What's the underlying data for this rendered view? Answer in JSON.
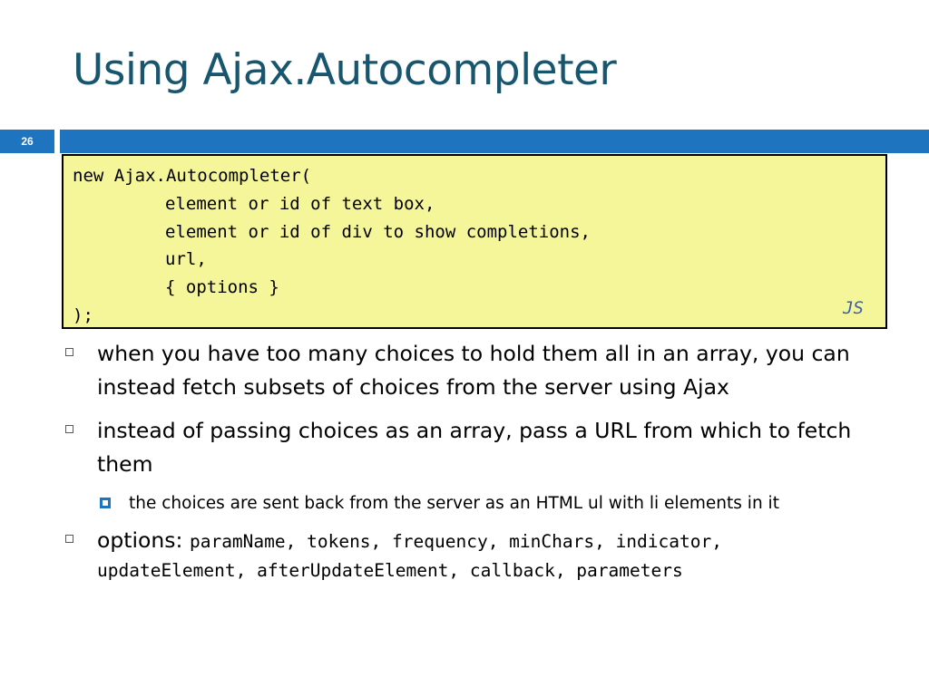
{
  "slide": {
    "title": "Using Ajax.Autocompleter",
    "number": "26"
  },
  "code": {
    "lines": [
      "new Ajax.Autocompleter(",
      "element or id of text box,",
      "element or id of div to show completions,",
      "url,",
      "{ options }",
      ");"
    ],
    "language": "JS"
  },
  "bullets": {
    "b1": "when you have too many choices to hold them all in an array, you can instead fetch subsets of choices from the server using Ajax",
    "b2": "instead of passing choices as an array, pass a URL from which to fetch them",
    "b2_sub1": "the choices are sent back from the server as an HTML ul with li elements in it",
    "b3_label": "options:",
    "b3_code": "paramName, tokens, frequency, minChars, indicator, updateElement, afterUpdateElement, callback, parameters"
  },
  "colors": {
    "title": "#17566e",
    "band": "#1f74c0",
    "code_background": "#f5f59a",
    "code_language": "#3a5fb5"
  }
}
